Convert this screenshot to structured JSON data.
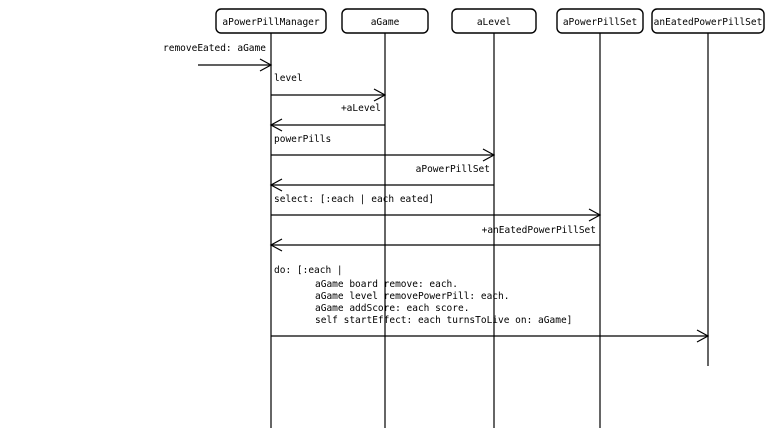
{
  "participants": [
    {
      "name": "aPowerPillManager"
    },
    {
      "name": "aGame"
    },
    {
      "name": "aLevel"
    },
    {
      "name": "aPowerPillSet"
    },
    {
      "name": "anEatedPowerPillSet"
    }
  ],
  "messages": [
    {
      "label": "removeEated: aGame",
      "from": "external",
      "to": "aPowerPillManager"
    },
    {
      "label": "level",
      "from": "aPowerPillManager",
      "to": "aGame"
    },
    {
      "label": "+aLevel",
      "from": "aGame",
      "to": "aPowerPillManager"
    },
    {
      "label": "powerPills",
      "from": "aPowerPillManager",
      "to": "aLevel"
    },
    {
      "label": "aPowerPillSet",
      "from": "aLevel",
      "to": "aPowerPillManager"
    },
    {
      "label": "select: [:each | each eated]",
      "from": "aPowerPillManager",
      "to": "aPowerPillSet"
    },
    {
      "label": "+anEatedPowerPillSet",
      "from": "aPowerPillSet",
      "to": "aPowerPillManager"
    },
    {
      "label_lines": [
        "do: [:each |",
        "aGame board remove: each.",
        "aGame level removePowerPill: each.",
        "aGame addScore: each score.",
        "self startEffect: each turnsToLive on: aGame]"
      ],
      "from": "aPowerPillManager",
      "to": "anEatedPowerPillSet"
    }
  ]
}
